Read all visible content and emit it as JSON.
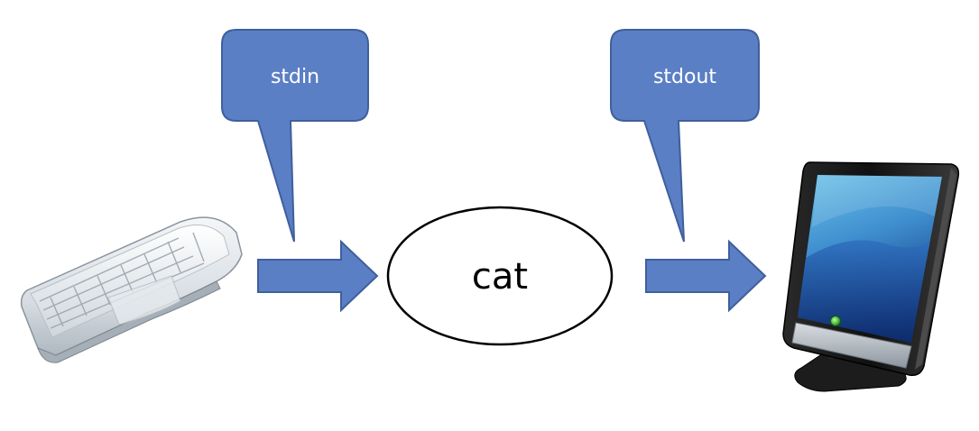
{
  "colors": {
    "callout_fill": "#5b7fc4",
    "callout_stroke": "#3f5f9d",
    "arrow_fill": "#5b7fc4",
    "arrow_stroke": "#3f5f9d",
    "text_light": "#ffffff",
    "text_dark": "#000000"
  },
  "nodes": {
    "input_device": {
      "icon": "keyboard-icon"
    },
    "process": {
      "label": "cat"
    },
    "output_device": {
      "icon": "monitor-icon"
    }
  },
  "callouts": {
    "input": {
      "label": "stdin"
    },
    "output": {
      "label": "stdout"
    }
  }
}
